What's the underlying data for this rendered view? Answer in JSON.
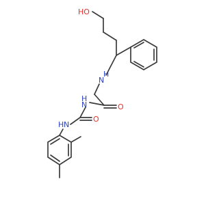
{
  "molecule": {
    "atom_colors": {
      "O": "#e8322b",
      "N": "#2a3fc4",
      "bond": "#3a3a3a"
    },
    "labels": {
      "hydroxyl": "HO",
      "amine_nh": "H",
      "amine_n": "N",
      "carbonyl_o1": "O",
      "amide_nh": "H",
      "amide_n": "N",
      "urea_o": "O",
      "urea_nh": "H",
      "urea_n": "N"
    }
  }
}
